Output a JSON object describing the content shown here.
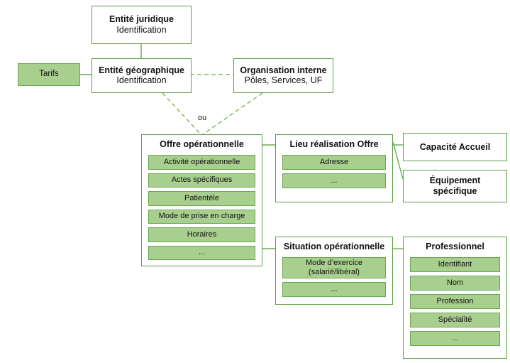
{
  "diagram": {
    "palette": {
      "border_green": "#5f9e45",
      "chip_fill": "#a9cf8f",
      "chip_border": "#6aa84f",
      "connector_green": "#6aa84f",
      "dashed_green": "#7fb45f",
      "background": "#ffffff"
    },
    "or_label": "ou",
    "nodes": {
      "entite_juridique": {
        "title": "Entité juridique",
        "subtitle": "Identification"
      },
      "entite_geographique": {
        "title": "Entité géographique",
        "subtitle": "Identification"
      },
      "organisation_interne": {
        "title": "Organisation interne",
        "subtitle": "Pôles, Services, UF"
      },
      "tarifs": {
        "title": "Tarifs"
      },
      "capacite_accueil": {
        "title": "Capacité Accueil"
      },
      "equipement_specifique": {
        "title": "Équipement",
        "subtitle": "spécifique"
      }
    },
    "groups": {
      "offre_operationnelle": {
        "title": "Offre opérationnelle",
        "items": [
          "Activité opérationnelle",
          "Actes spécifiques",
          "Patientèle",
          "Mode de prise en charge",
          "Horaires",
          "..."
        ]
      },
      "lieu_realisation_offre": {
        "title": "Lieu réalisation Offre",
        "items": [
          "Adresse",
          "..."
        ]
      },
      "situation_operationnelle": {
        "title": "Situation opérationnelle",
        "items": [
          "Mode d’exercice (salarié/libéral)",
          "..."
        ]
      },
      "professionnel": {
        "title": "Professionnel",
        "items": [
          "Identifiant",
          "Nom",
          "Profession",
          "Spécialité",
          "..."
        ]
      }
    }
  }
}
